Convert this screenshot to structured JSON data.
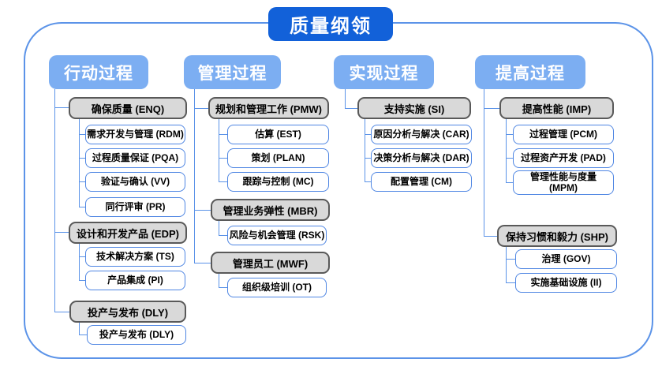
{
  "title": "质量纲领",
  "columns": [
    {
      "header": "行动过程",
      "groups": [
        {
          "label": "确保质量 (ENQ)",
          "children": [
            "需求开发与管理 (RDM)",
            "过程质量保证 (PQA)",
            "验证与确认 (VV)",
            "同行评审 (PR)"
          ]
        },
        {
          "label": "设计和开发产品 (EDP)",
          "children": [
            "技术解决方案 (TS)",
            "产品集成 (PI)"
          ]
        },
        {
          "label": "投产与发布 (DLY)",
          "children": [
            "投产与发布 (DLY)"
          ]
        }
      ]
    },
    {
      "header": "管理过程",
      "groups": [
        {
          "label": "规划和管理工作 (PMW)",
          "children": [
            "估算 (EST)",
            "策划 (PLAN)",
            "跟踪与控制 (MC)"
          ]
        },
        {
          "label": "管理业务弹性 (MBR)",
          "children": [
            "风险与机会管理 (RSK)"
          ]
        },
        {
          "label": "管理员工 (MWF)",
          "children": [
            "组织级培训 (OT)"
          ]
        }
      ]
    },
    {
      "header": "实现过程",
      "groups": [
        {
          "label": "支持实施 (SI)",
          "children": [
            "原因分析与解决 (CAR)",
            "决策分析与解决 (DAR)",
            "配置管理 (CM)"
          ]
        }
      ]
    },
    {
      "header": "提高过程",
      "groups": [
        {
          "label": "提高性能 (IMP)",
          "children": [
            "过程管理 (PCM)",
            "过程资产开发 (PAD)",
            "管理性能与度量 (MPM)"
          ]
        },
        {
          "label": "保持习惯和毅力 (SHP)",
          "children": [
            "治理 (GOV)",
            "实施基础设施 (II)"
          ]
        }
      ]
    }
  ],
  "colors": {
    "title_bg": "#1261d9",
    "header_bg": "#7caef2",
    "group_fill": "#d9d9d9",
    "group_border": "#595959",
    "leaf_border": "#4f86e3",
    "connector": "#5b93e8"
  }
}
